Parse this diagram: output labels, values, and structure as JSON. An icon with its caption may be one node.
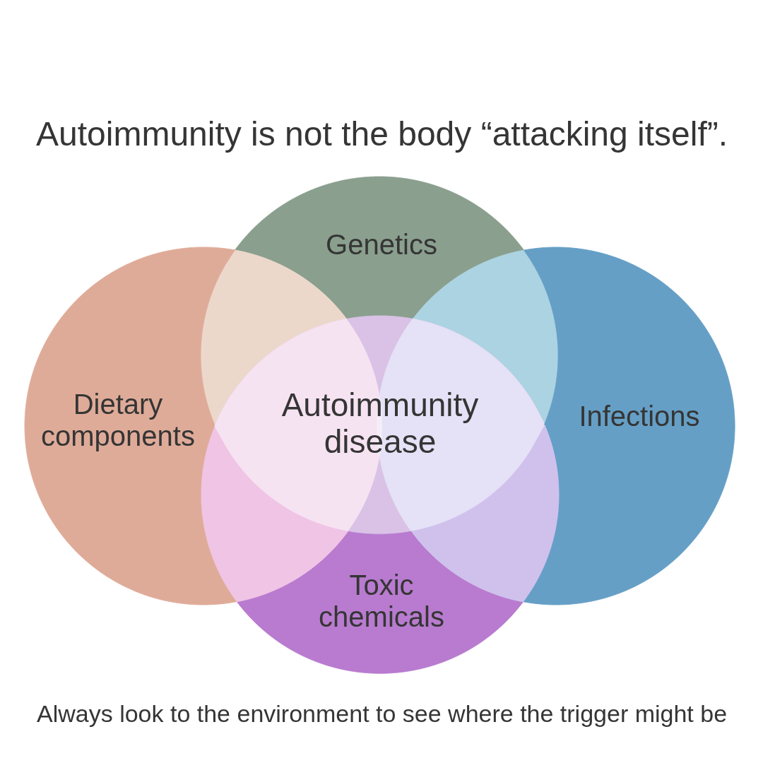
{
  "diagram": {
    "title": "Autoimmunity is not the body “attacking itself”.",
    "caption": "Always look to the environment to see where the trigger might be",
    "nodes": [
      {
        "text": [
          "Genetics"
        ]
      },
      {
        "text": [
          "Dietary components"
        ]
      },
      {
        "text": [
          "Autoimmunity disease"
        ]
      },
      {
        "text": [
          "Infections"
        ]
      },
      {
        "text": [
          "Toxic chemicals"
        ]
      }
    ]
  }
}
